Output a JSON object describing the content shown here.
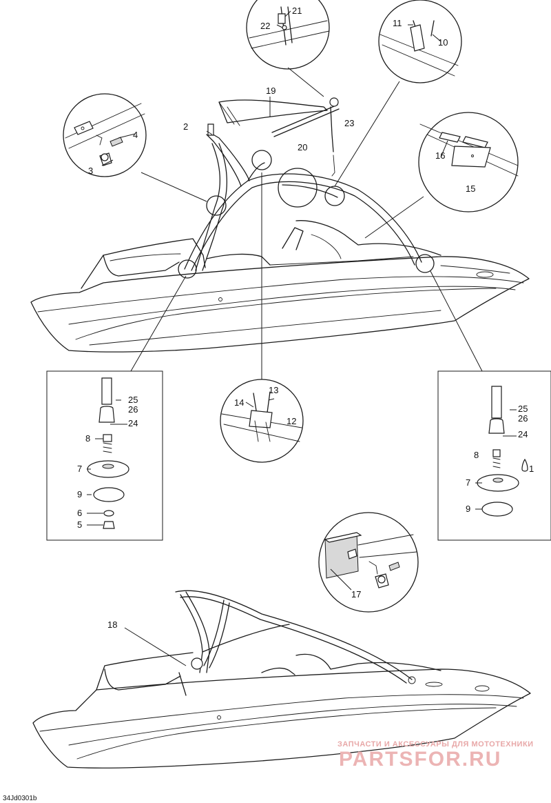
{
  "diagram": {
    "code": "34Jd0301b",
    "watermark_line1": "ЗАПЧАСТИ И АКСЕССУАРЫ ДЛЯ МОТОТЕХНИКИ",
    "watermark_line2": "PARTSFOR.RU",
    "oil_symbol_label": "1",
    "callouts": {
      "c2": "2",
      "c3": "3",
      "c4": "4",
      "c10": "10",
      "c11": "11",
      "c12": "12",
      "c13": "13",
      "c14": "14",
      "c15": "15",
      "c16": "16",
      "c17": "17",
      "c18": "18",
      "c19": "19",
      "c20": "20",
      "c21": "21",
      "c22": "22",
      "c23": "23",
      "l25": "25",
      "l26": "26",
      "l24": "24",
      "l8": "8",
      "l7": "7",
      "l9": "9",
      "l6": "6",
      "l5": "5",
      "r25": "25",
      "r26": "26",
      "r24": "24",
      "r8": "8",
      "r7": "7",
      "r9": "9"
    }
  }
}
